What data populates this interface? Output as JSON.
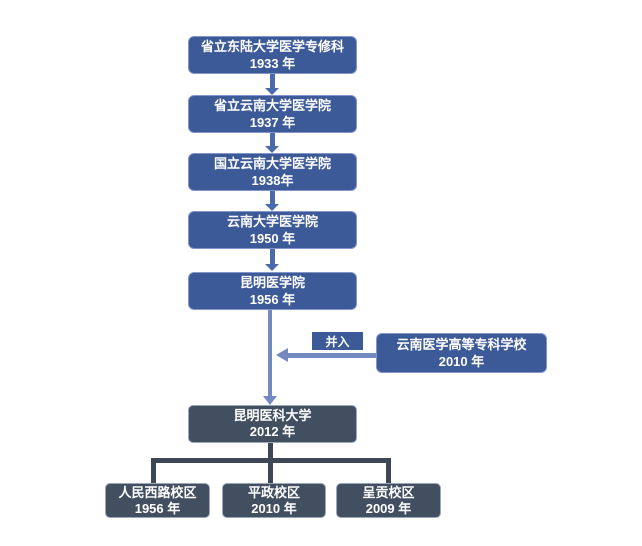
{
  "colors": {
    "primary_box": "#3d5a98",
    "primary_box_border": "#8296c8",
    "dark_box": "#414f61",
    "dark_box_border": "#9aa7b8",
    "short_arrow": "#4a6bab",
    "light_connector": "#7589c1",
    "dark_connector": "#3d4854",
    "text": "#ffffff",
    "background": "#ffffff"
  },
  "flowchart": {
    "main_chain": [
      {
        "name": "省立东陆大学医学专修科",
        "year": "1933 年"
      },
      {
        "name": "省立云南大学医学院",
        "year": "1937 年"
      },
      {
        "name": "国立云南大学医学院",
        "year": "1938年"
      },
      {
        "name": "云南大学医学院",
        "year": "1950 年"
      },
      {
        "name": "昆明医学院",
        "year": "1956 年"
      }
    ],
    "merge": {
      "label": "并入",
      "source": {
        "name": "云南医学高等专科学校",
        "year": "2010 年"
      }
    },
    "result": {
      "name": "昆明医科大学",
      "year": "2012 年"
    },
    "campuses": [
      {
        "name": "人民西路校区",
        "year": "1956 年"
      },
      {
        "name": "平政校区",
        "year": "2010 年"
      },
      {
        "name": "呈贡校区",
        "year": "2009 年"
      }
    ]
  }
}
